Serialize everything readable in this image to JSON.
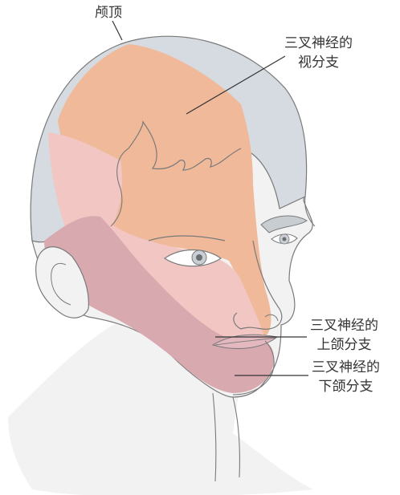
{
  "labels": {
    "vertex": "颅顶",
    "ophthalmic": {
      "line1": "三叉神经的",
      "line2": "视分支"
    },
    "maxillary": {
      "line1": "三叉神经的",
      "line2": "上颌分支"
    },
    "mandibular": {
      "line1": "三叉神经的",
      "line2": "下颌分支"
    }
  },
  "colors": {
    "hair": "#d5dbe0",
    "skin": "#f2f2f2",
    "ophthalmic_zone": "#f0b99a",
    "maxillary_zone": "#f2c6c3",
    "mandibular_zone": "#d9a9b0",
    "outline": "#7a7a7a"
  }
}
